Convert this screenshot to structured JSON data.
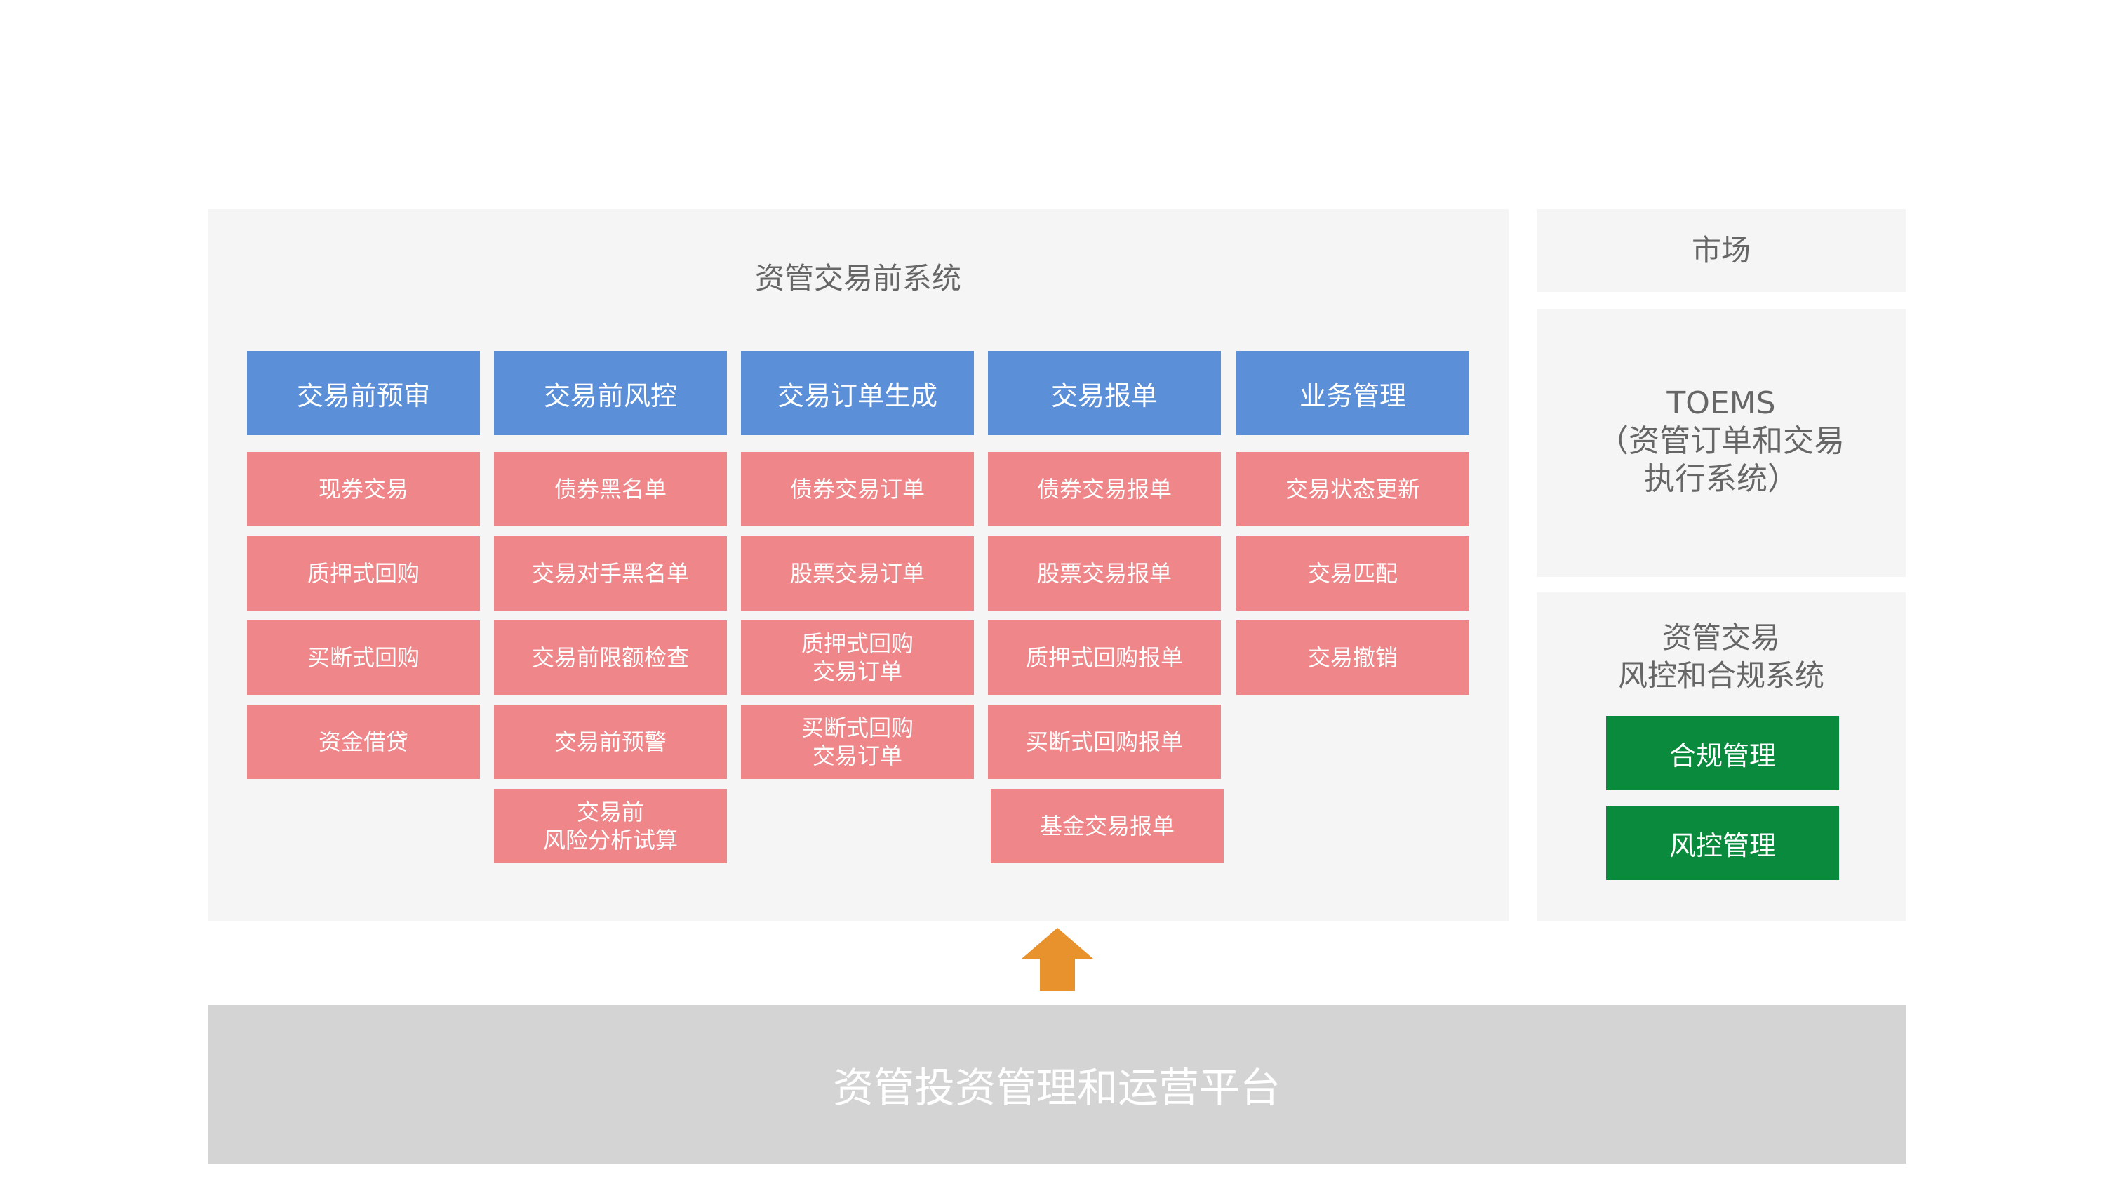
{
  "main_system": {
    "title": "资管交易前系统",
    "columns": [
      {
        "header": "交易前预审",
        "items": [
          "现券交易",
          "质押式回购",
          "买断式回购",
          "资金借贷"
        ]
      },
      {
        "header": "交易前风控",
        "items": [
          "债券黑名单",
          "交易对手黑名单",
          "交易前限额检查",
          "交易前预警",
          "交易前\n风险分析试算"
        ]
      },
      {
        "header": "交易订单生成",
        "items": [
          "债券交易订单",
          "股票交易订单",
          "质押式回购\n交易订单",
          "买断式回购\n交易订单"
        ]
      },
      {
        "header": "交易报单",
        "items": [
          "债券交易报单",
          "股票交易报单",
          "质押式回购报单",
          "买断式回购报单",
          "基金交易报单"
        ]
      },
      {
        "header": "业务管理",
        "items": [
          "交易状态更新",
          "交易匹配",
          "交易撤销"
        ]
      }
    ]
  },
  "market": {
    "title": "市场"
  },
  "toems": {
    "title": "TOEMS\n（资管订单和交易\n执行系统）"
  },
  "risk_compliance": {
    "title": "资管交易\n风控和合规系统",
    "buttons": [
      "合规管理",
      "风控管理"
    ]
  },
  "platform": {
    "title": "资管投资管理和运营平台"
  },
  "colors": {
    "panel_bg": "#f5f5f5",
    "header_blue": "#5b8fd8",
    "item_pink": "#ef8689",
    "green": "#0a8a3c",
    "arrow_orange": "#e8922e",
    "platform_gray": "#d4d4d4",
    "title_text": "#666666"
  },
  "icons": {
    "arrow": "up-arrow-icon"
  }
}
